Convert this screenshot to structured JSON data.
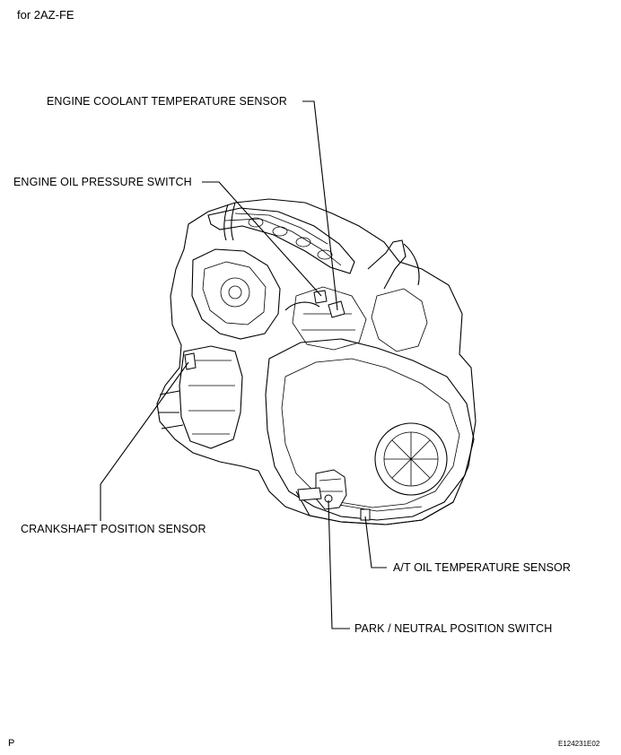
{
  "header": {
    "engine_label": "for 2AZ-FE"
  },
  "callouts": [
    {
      "id": "coolant",
      "label": "ENGINE COOLANT TEMPERATURE SENSOR"
    },
    {
      "id": "oil",
      "label": "ENGINE OIL PRESSURE SWITCH"
    },
    {
      "id": "crank",
      "label": "CRANKSHAFT POSITION SENSOR"
    },
    {
      "id": "at",
      "label": "A/T OIL TEMPERATURE SENSOR"
    },
    {
      "id": "park",
      "label": "PARK / NEUTRAL POSITION SWITCH"
    }
  ],
  "footer": {
    "left": "P",
    "right": "E124231E02"
  }
}
